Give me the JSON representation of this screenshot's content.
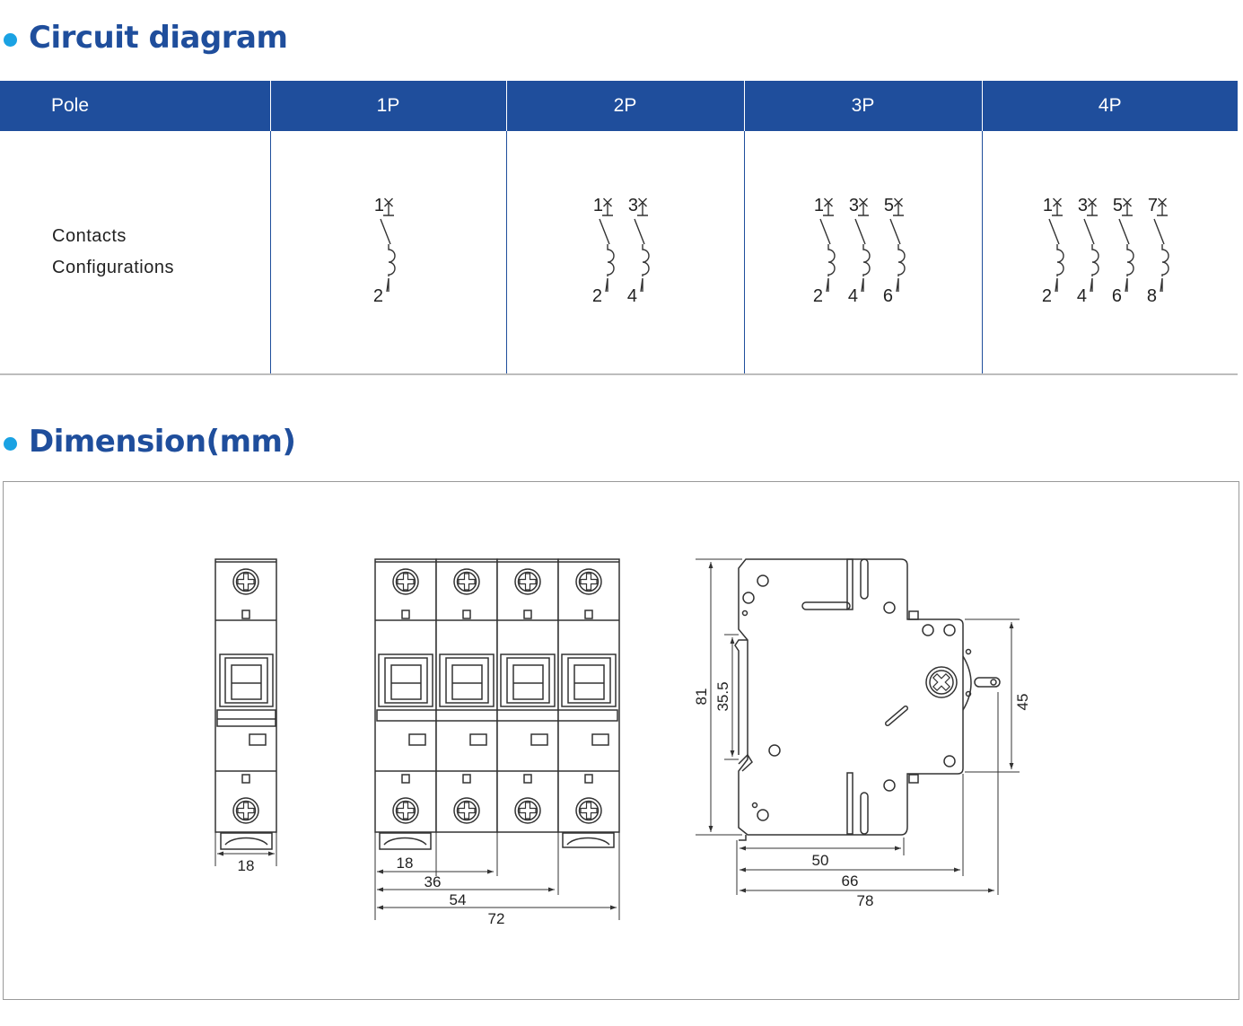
{
  "circuit_section": {
    "title": "Circuit diagram",
    "table": {
      "header_label": "Pole",
      "row_label_lines": [
        "Contacts",
        "Configurations"
      ],
      "columns": [
        {
          "pole": "1P",
          "top_terminals": [
            "1"
          ],
          "bottom_terminals": [
            "2"
          ]
        },
        {
          "pole": "2P",
          "top_terminals": [
            "1",
            "3"
          ],
          "bottom_terminals": [
            "2",
            "4"
          ]
        },
        {
          "pole": "3P",
          "top_terminals": [
            "1",
            "3",
            "5"
          ],
          "bottom_terminals": [
            "2",
            "4",
            "6"
          ]
        },
        {
          "pole": "4P",
          "top_terminals": [
            "1",
            "3",
            "5",
            "7"
          ],
          "bottom_terminals": [
            "2",
            "4",
            "6",
            "8"
          ]
        }
      ]
    }
  },
  "dimension_section": {
    "title": "Dimension(mm)",
    "single_pole_view": {
      "width_label": "18"
    },
    "four_pole_view": {
      "width_labels": [
        "18",
        "36",
        "54",
        "72"
      ]
    },
    "side_view": {
      "height_total": "81",
      "height_rail": "35.5",
      "height_front": "45",
      "depth_labels": [
        "50",
        "66",
        "78"
      ]
    }
  },
  "colors": {
    "header_blue": "#1f4e9c",
    "bullet_cyan": "#1aa2e3",
    "rule_grey": "#bdbdbd",
    "frame_grey": "#9a9a9a"
  }
}
